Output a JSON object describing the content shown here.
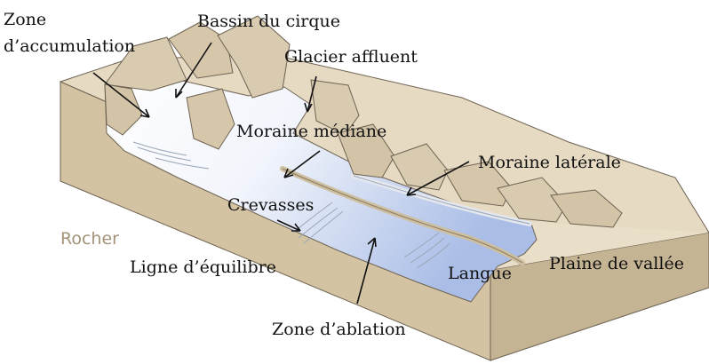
{
  "labels": {
    "zone_accumulation_line1": "Zone",
    "zone_accumulation_line2": "d’accumulation",
    "bassin_cirque": "Bassin du cirque",
    "glacier_affluent": "Glacier affluent",
    "moraine_mediane": "Moraine médiane",
    "moraine_laterale": "Moraine latérale",
    "crevasses": "Crevasses",
    "rocher": "Rocher",
    "ligne_equilibre": "Ligne d’équilibre",
    "langue": "Langue",
    "plaine_vallee": "Plaine de vallée",
    "zone_ablation": "Zone d’ablation"
  },
  "colors": {
    "rock_top": "#e6dac3",
    "rock_front": "#d6c6a6",
    "rock_side": "#c8b797",
    "ridge": "#d9cbb0",
    "ice_white": "#ffffff",
    "ice_blue": "#a9bde6",
    "rock_text": "#a29379"
  }
}
